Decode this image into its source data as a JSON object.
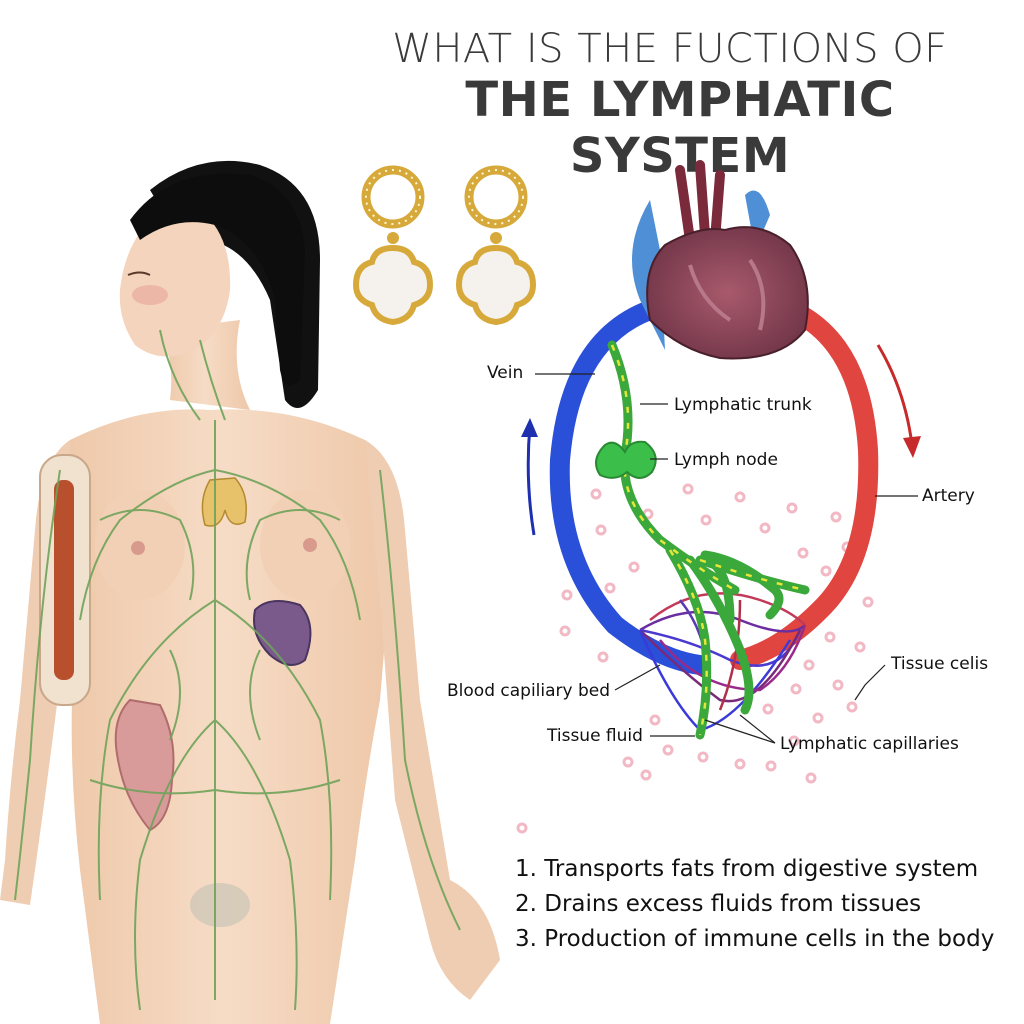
{
  "header": {
    "title_line1": "WHAT IS THE FUCTIONS OF",
    "title_line2": "THE LYMPHATIC SYSTEM"
  },
  "diagram": {
    "labels": {
      "vein": "Vein",
      "lymphatic_trunk": "Lymphatic trunk",
      "lymph_node": "Lymph node",
      "artery": "Artery",
      "tissue_cells": "Tissue celis",
      "blood_capillary_bed": "Blood capiliary bed",
      "tissue_fluid": "Tissue fluid",
      "lymphatic_capillaries": "Lymphatic capillaries"
    }
  },
  "functions": [
    "1. Transports fats from digestive system",
    "2. Drains excess fluids from tissues",
    "3. Production of immune cells in the body"
  ],
  "colors": {
    "vein": "#2a4fd8",
    "artery": "#e0453f",
    "lymph": "#3aa83a",
    "heart": "#8a4a5a",
    "skin": "#f2d3b8",
    "hair": "#111111",
    "gold": "#d6a93a"
  },
  "icons": [
    "woman-figure",
    "earrings-illustration",
    "heart-illustration",
    "flow-arrow-up",
    "flow-arrow-down"
  ]
}
